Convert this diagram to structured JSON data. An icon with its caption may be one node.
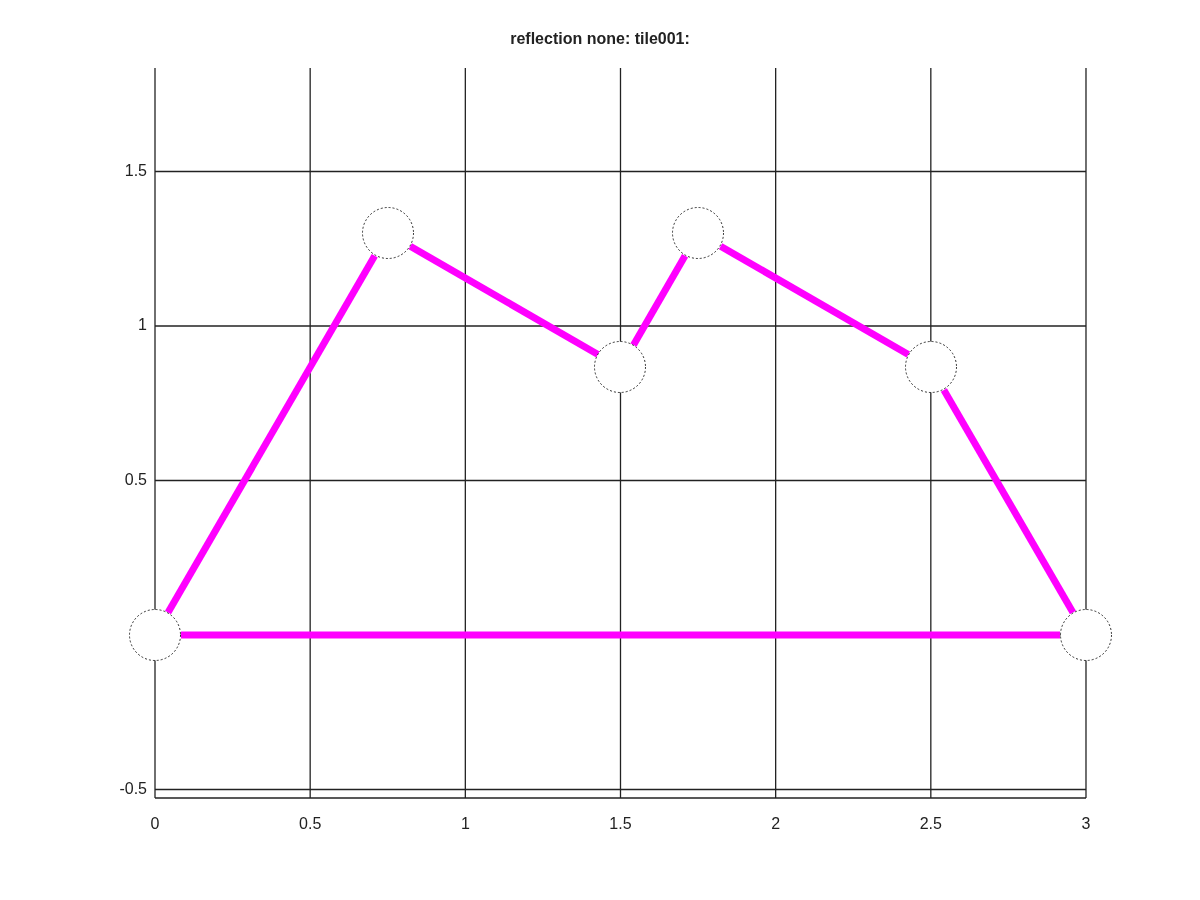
{
  "diagram": {
    "title": "reflection none: tile001:",
    "nodes": [
      {
        "text": [],
        "shape": "circle"
      },
      {
        "text": [],
        "shape": "circle"
      },
      {
        "text": [],
        "shape": "circle"
      },
      {
        "text": [],
        "shape": "circle"
      },
      {
        "text": [],
        "shape": "circle"
      },
      {
        "text": [],
        "shape": "circle"
      }
    ],
    "edges": [
      {
        "from": 0,
        "to": 1,
        "arrow": "none",
        "color": "#ff00ff"
      },
      {
        "from": 1,
        "to": 2,
        "arrow": "none",
        "color": "#ff00ff"
      },
      {
        "from": 2,
        "to": 3,
        "arrow": "none",
        "color": "#ff00ff"
      },
      {
        "from": 3,
        "to": 4,
        "arrow": "none",
        "color": "#ff00ff"
      },
      {
        "from": 4,
        "to": 5,
        "arrow": "none",
        "color": "#ff00ff"
      },
      {
        "from": 5,
        "to": 0,
        "arrow": "none",
        "color": "#ff00ff"
      }
    ],
    "labels": [
      "1.5",
      "1",
      "0.5",
      "-0.5",
      "0",
      "0.5",
      "1",
      "1.5",
      "2",
      "2.5",
      "3"
    ]
  }
}
